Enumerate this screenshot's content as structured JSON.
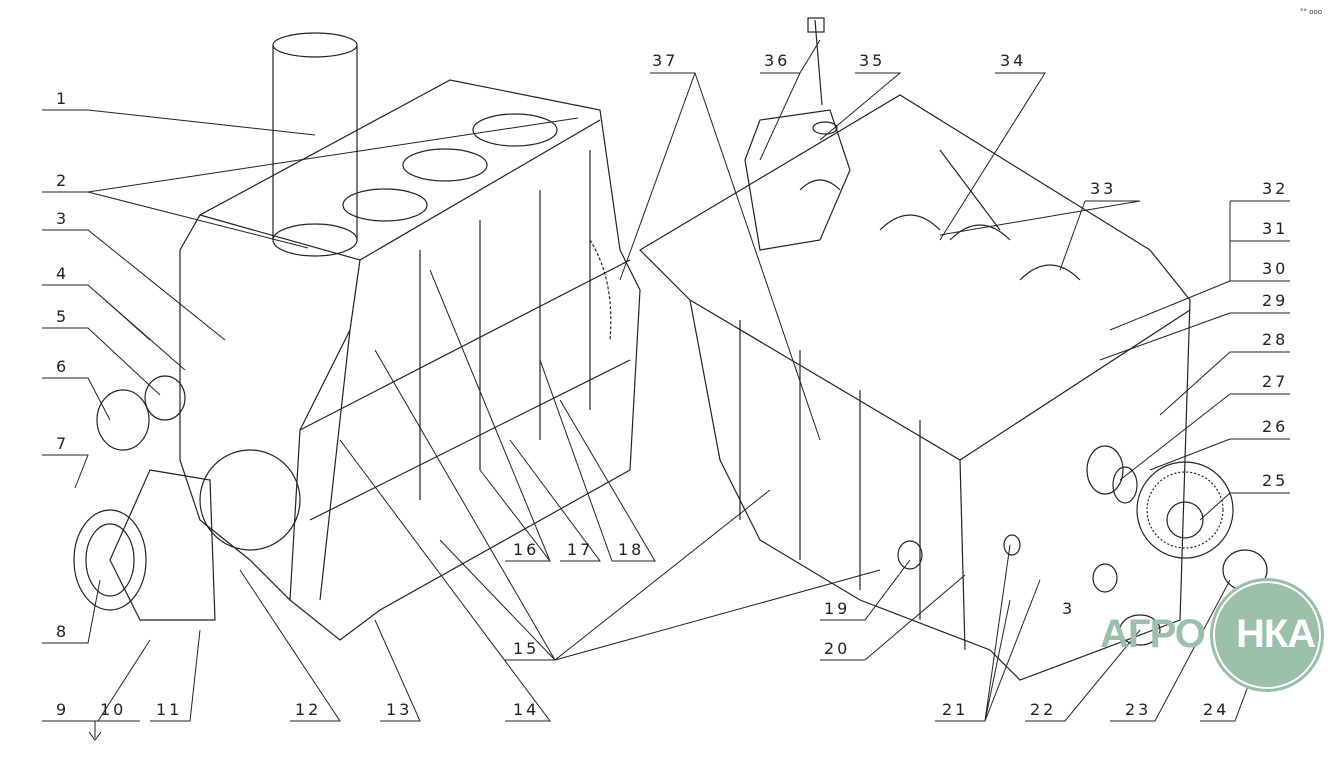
{
  "diagram": {
    "labels": [
      "1",
      "2",
      "3",
      "4",
      "5",
      "6",
      "7",
      "8",
      "9",
      "10",
      "11",
      "12",
      "13",
      "14",
      "15",
      "16",
      "17",
      "18",
      "19",
      "20",
      "21",
      "22",
      "3",
      "23",
      "24",
      "25",
      "26",
      "27",
      "28",
      "29",
      "30",
      "31",
      "32",
      "33",
      "34",
      "35",
      "36",
      "37"
    ],
    "logo": {
      "part1": "АГРО",
      "part2": "НКА"
    },
    "corner_mark": "°° ooo"
  }
}
